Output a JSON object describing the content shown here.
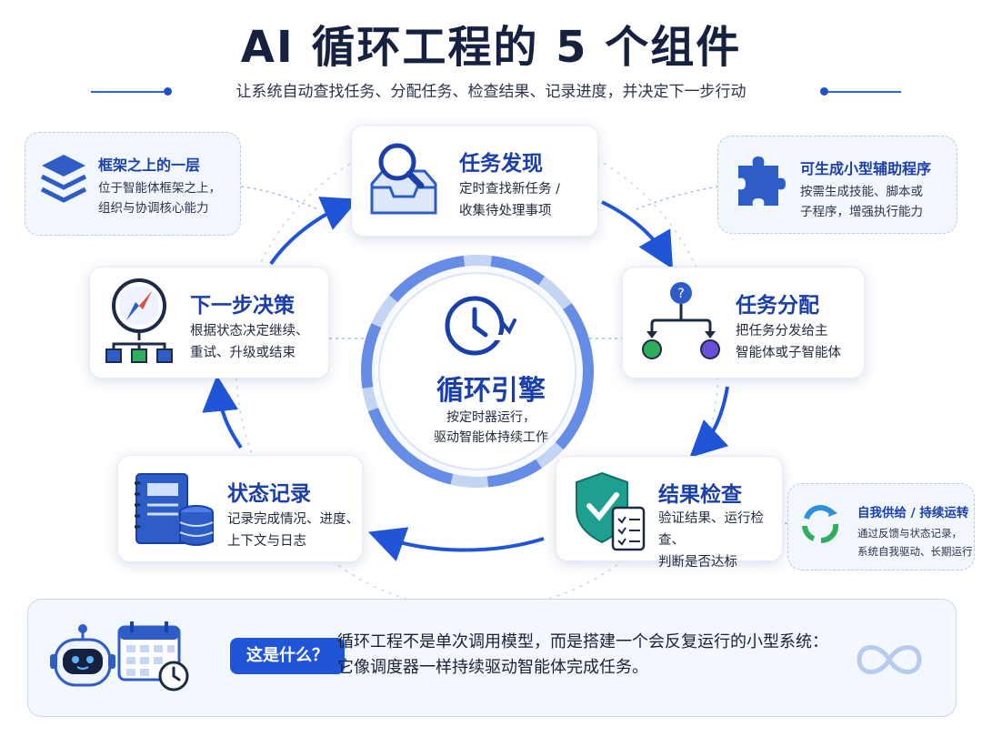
{
  "header": {
    "title": "AI 循环工程的 5 个组件",
    "subtitle": "让系统自动查找任务、分配任务、检查结果、记录进度，并决定下一步行动"
  },
  "center": {
    "title": "循环引擎",
    "desc_line1": "按定时器运行，",
    "desc_line2": "驱动智能体持续工作",
    "icon": "clock-cycle-icon"
  },
  "components": {
    "discover": {
      "title": "任务发现",
      "line1": "定时查找新任务 /",
      "line2": "收集待处理事项",
      "icon": "search-inbox-icon"
    },
    "assign": {
      "title": "任务分配",
      "line1": "把任务分发给主",
      "line2": "智能体或子智能体",
      "icon": "branch-icon"
    },
    "check": {
      "title": "结果检查",
      "line1": "验证结果、运行检查、",
      "line2": "判断是否达标",
      "icon": "shield-check-icon"
    },
    "record": {
      "title": "状态记录",
      "line1": "记录完成情况、进度、",
      "line2": "上下文与日志",
      "icon": "notebook-database-icon"
    },
    "decide": {
      "title": "下一步决策",
      "line1": "根据状态决定继续、",
      "line2": "重试、升级或结束",
      "icon": "compass-flow-icon"
    }
  },
  "side_notes": {
    "framework": {
      "title": "框架之上的一层",
      "line1": "位于智能体框架之上，",
      "line2": "组织与协调核心能力",
      "icon": "layers-icon"
    },
    "helpers": {
      "title": "可生成小型辅助程序",
      "line1": "按需生成技能、脚本或",
      "line2": "子程序，增强执行能力",
      "icon": "puzzle-icon"
    },
    "selfsupply": {
      "title": "自我供给 / 持续运转",
      "line1": "通过反馈与状态记录，",
      "line2": "系统自我驱动、长期运行",
      "icon": "recycle-arrows-icon"
    }
  },
  "bottom": {
    "badge": "这是什么？",
    "line1": "循环工程不是单次调用模型，而是搭建一个会反复运行的小型系统：",
    "line2": "它像调度器一样持续驱动智能体完成任务。",
    "icons": [
      "robot-icon",
      "calendar-icon",
      "clock-icon",
      "infinity-icon"
    ]
  },
  "colors": {
    "primary": "#1f55d6",
    "title_blue": "#1a3fa8",
    "dark_text": "#16213f",
    "green": "#2fae5e",
    "purple": "#6b4fd8"
  }
}
